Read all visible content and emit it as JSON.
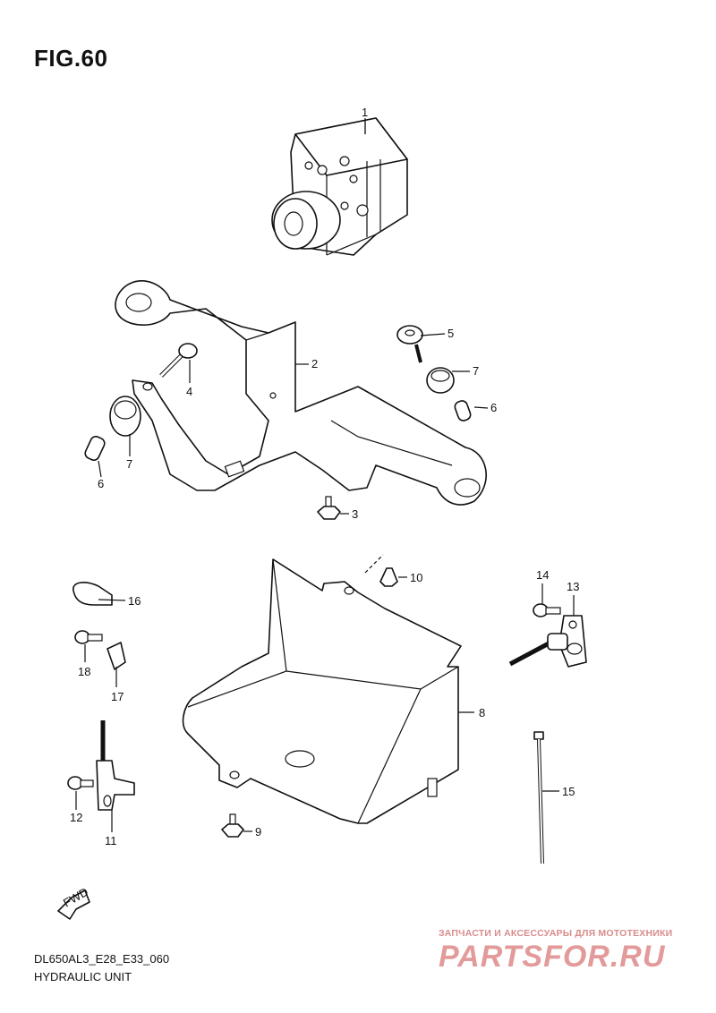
{
  "figure": {
    "title": "FIG.60"
  },
  "parts": {
    "p1": "1",
    "p2": "2",
    "p3": "3",
    "p4": "4",
    "p5": "5",
    "p6a": "6",
    "p6b": "6",
    "p7a": "7",
    "p7b": "7",
    "p8": "8",
    "p9": "9",
    "p10": "10",
    "p11": "11",
    "p12": "12",
    "p13": "13",
    "p14": "14",
    "p15": "15",
    "p16": "16",
    "p17": "17",
    "p18": "18"
  },
  "footer": {
    "code": "DL650AL3_E28_E33_060",
    "name": "HYDRAULIC UNIT",
    "fwd": "FWD"
  },
  "watermark": {
    "tagline": "ЗАПЧАСТИ И АКСЕССУАРЫ ДЛЯ МОТОТЕХНИКИ",
    "brand": "PARTSFOR.RU",
    "color": "#e39a9a"
  }
}
